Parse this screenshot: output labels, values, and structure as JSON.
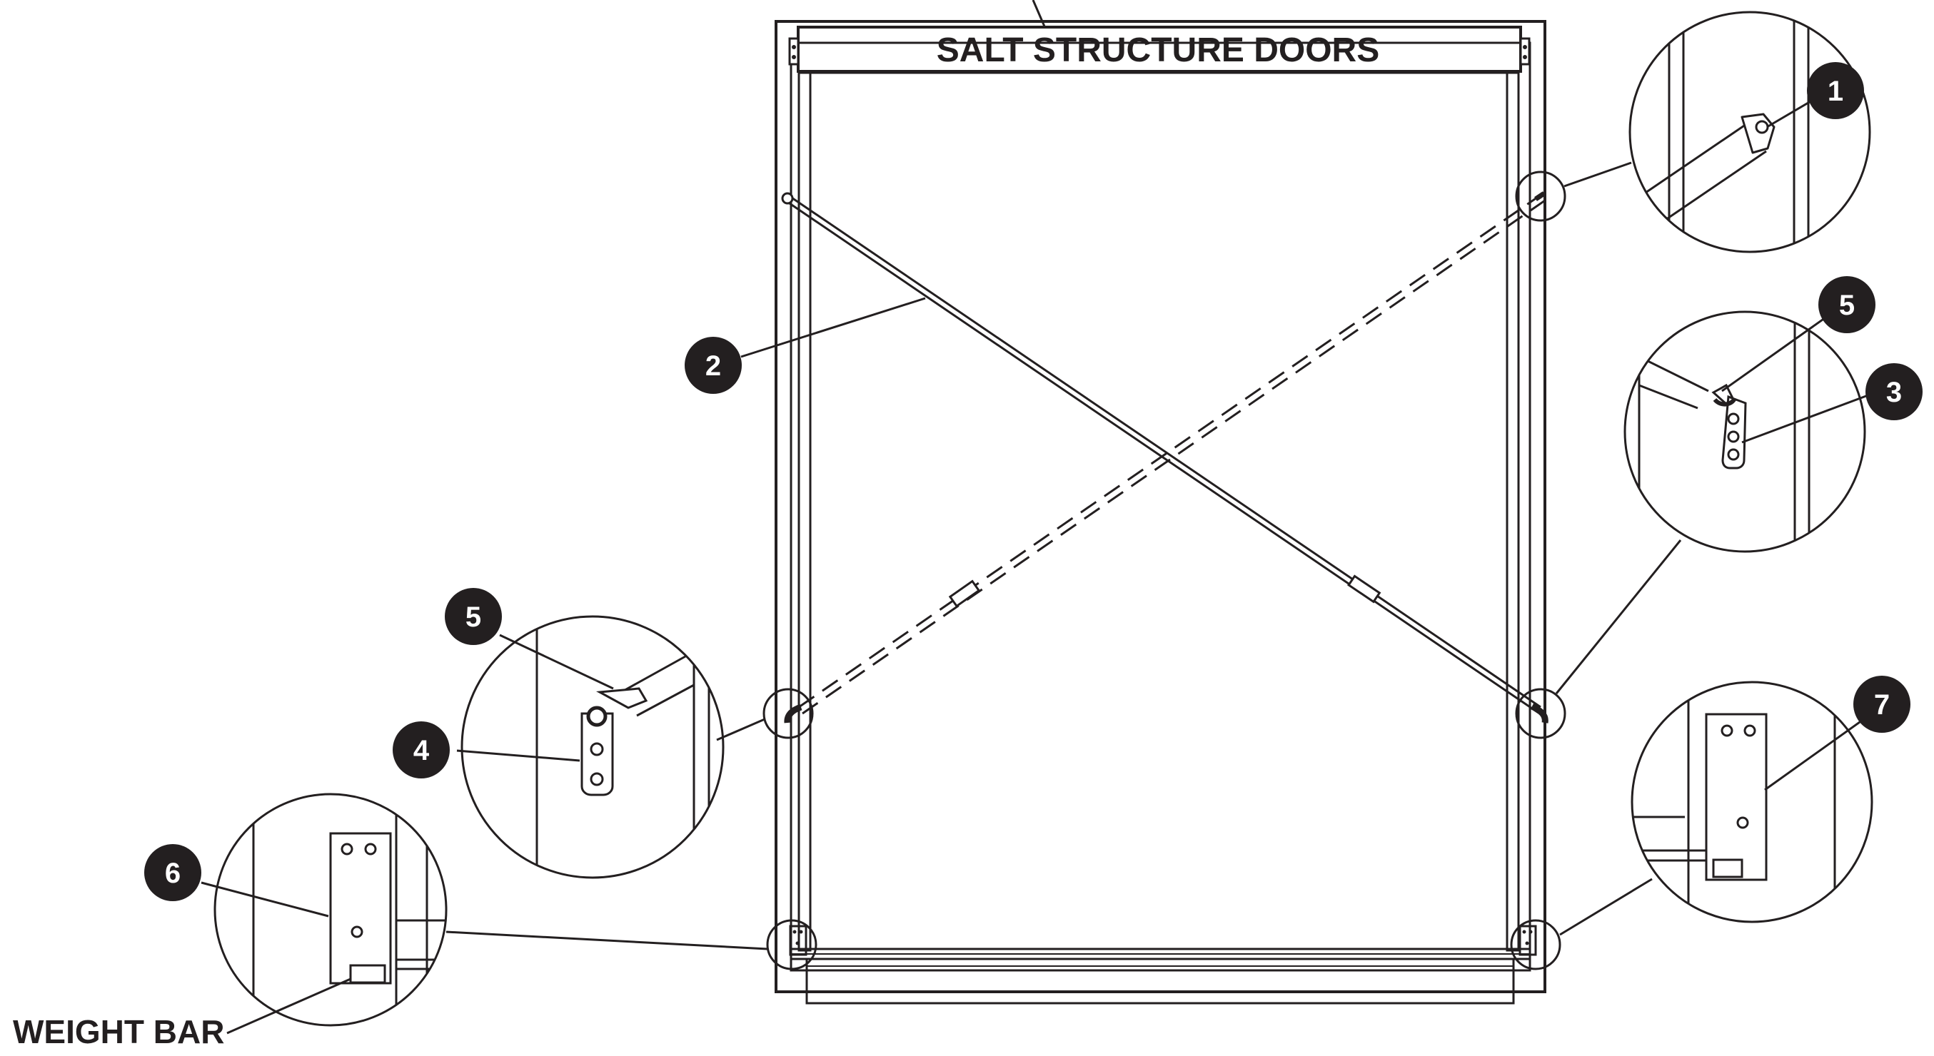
{
  "header_title": "SALT STRUCTURE DOORS",
  "bottom_label": "WEIGHT BAR",
  "callouts": [
    "1",
    "2",
    "3",
    "4",
    "5",
    "5",
    "6",
    "7"
  ],
  "colors": {
    "ink": "#231f20",
    "background": "#ffffff"
  }
}
